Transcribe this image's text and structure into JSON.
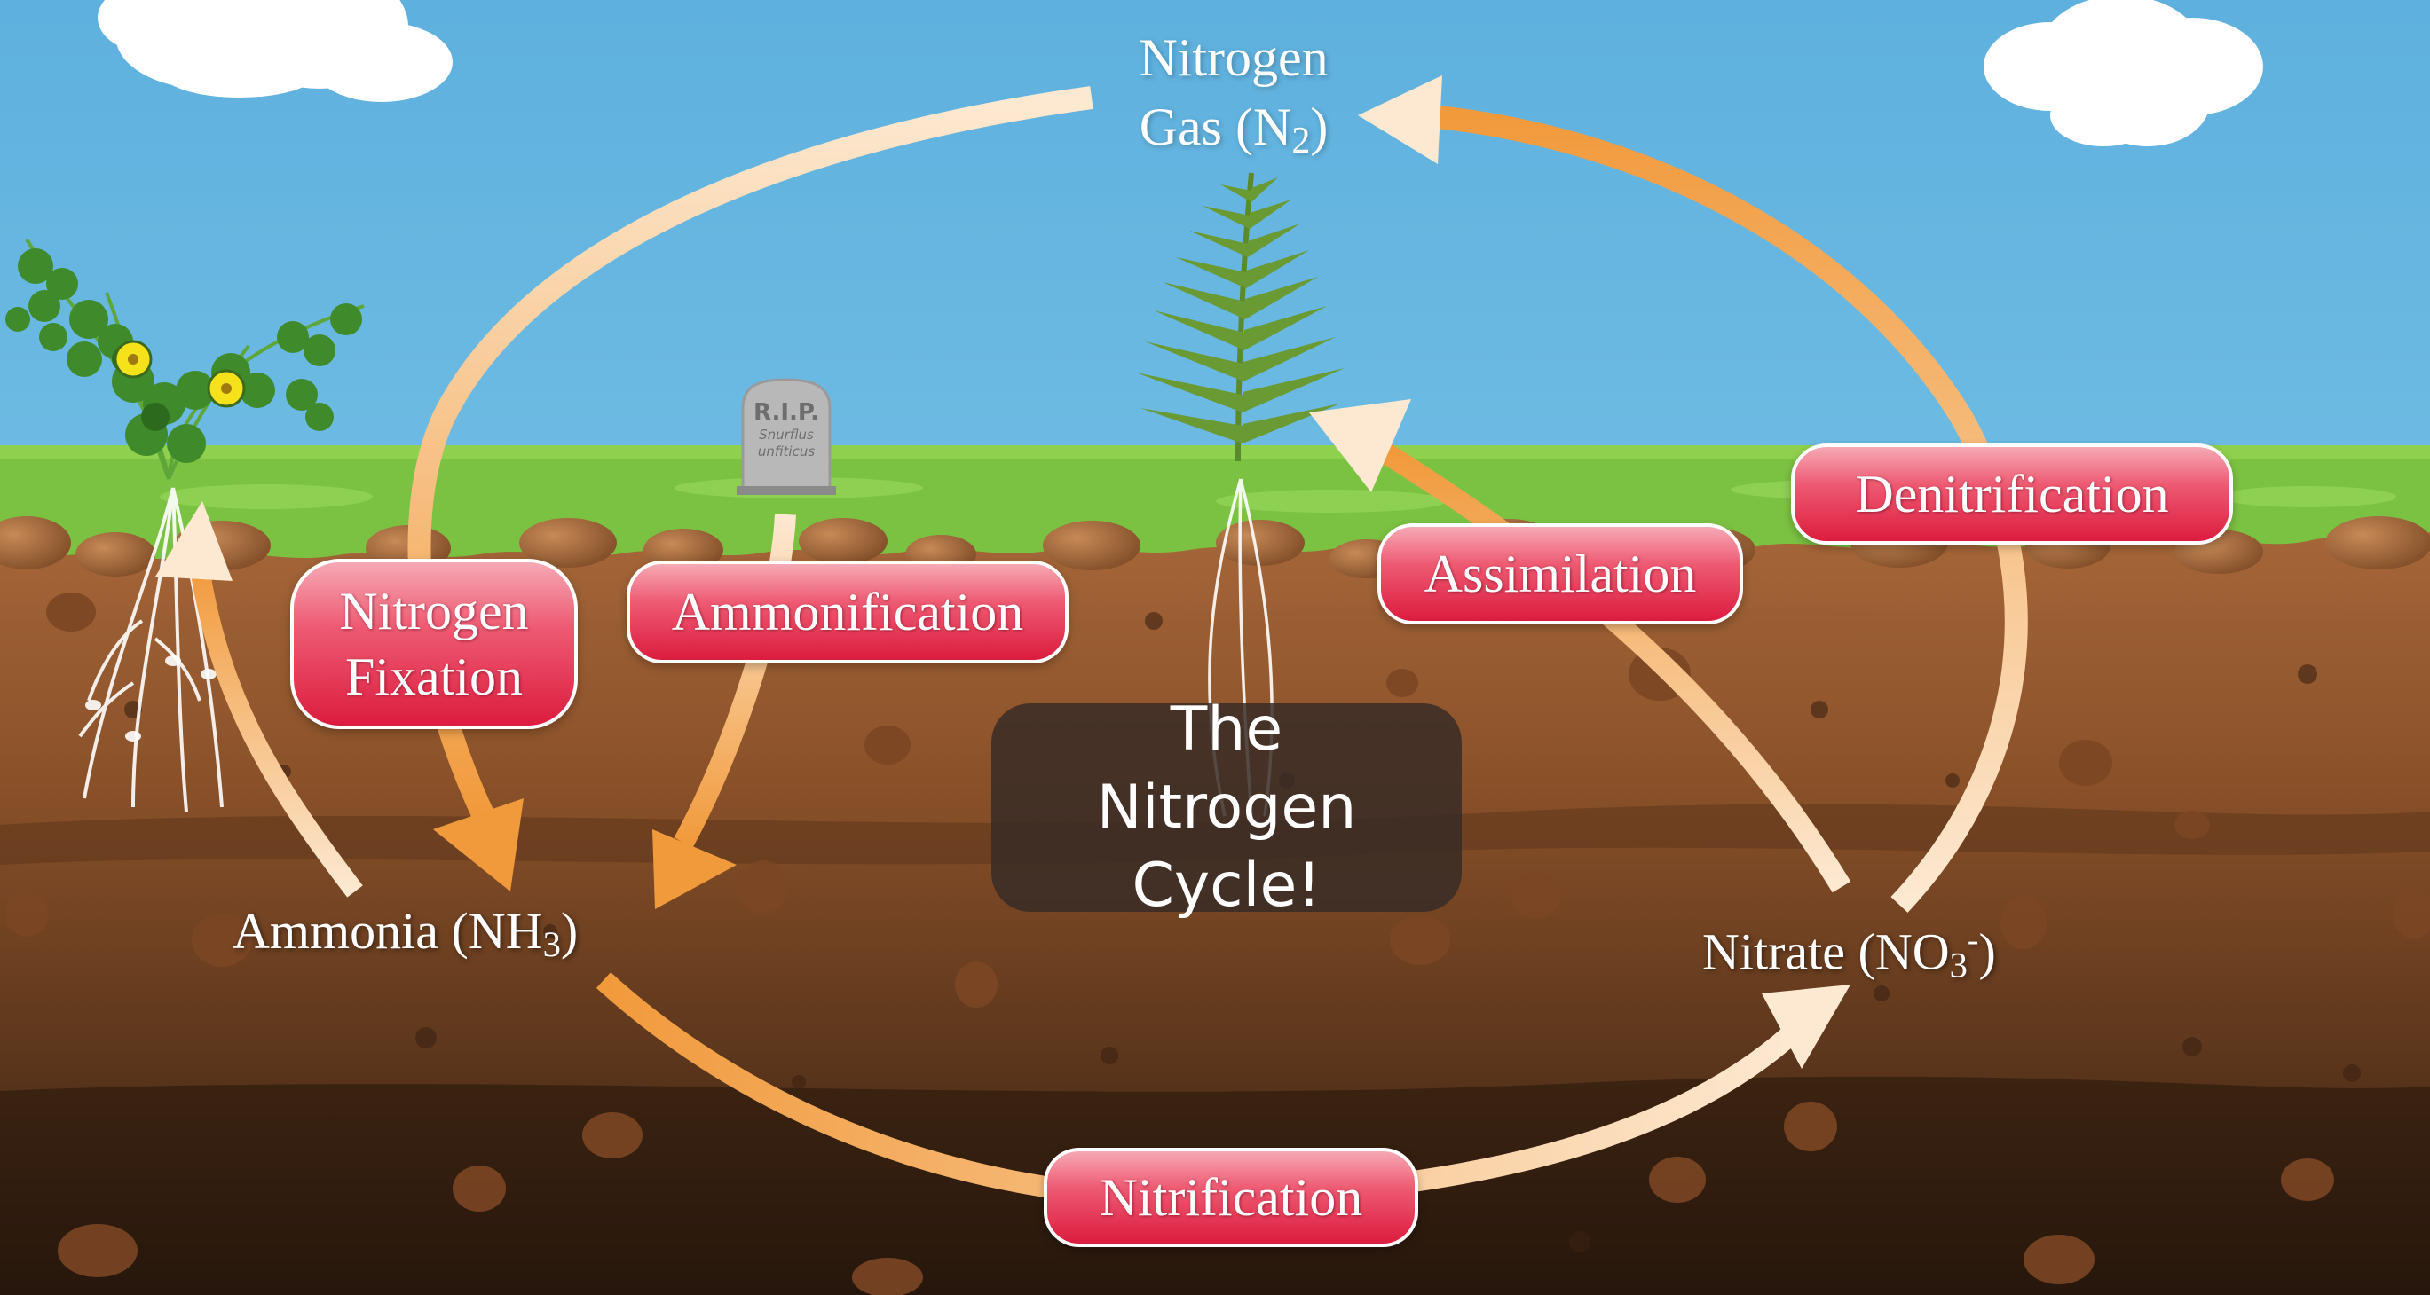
{
  "title": "The Nitrogen Cycle!",
  "compounds": {
    "nitrogen_gas": {
      "line1": "Nitrogen",
      "line2": "Gas (N",
      "sub": "2",
      "end": ")"
    },
    "ammonia": {
      "text": "Ammonia (NH",
      "sub": "3",
      "end": ")"
    },
    "nitrate": {
      "text": "Nitrate (NO",
      "sub": "3",
      "sup": "-",
      "end": ")"
    }
  },
  "processes": {
    "fixation": {
      "line1": "Nitrogen",
      "line2": "Fixation"
    },
    "ammonification": "Ammonification",
    "assimilation": "Assimilation",
    "denitrification": "Denitrification",
    "nitrification": "Nitrification"
  },
  "tombstone": {
    "title": "R.I.P.",
    "line1": "Snurflus",
    "line2": "unfiticus"
  },
  "colors": {
    "sky": "#63b3dd",
    "grass": "#7cc242",
    "soil_top": "#a96a3c",
    "soil_bottom": "#2d1a0f",
    "arrow_light": "#fde8cf",
    "arrow_dark": "#f09a3e",
    "pill": "#e0253f",
    "title_box": "#382c26"
  }
}
